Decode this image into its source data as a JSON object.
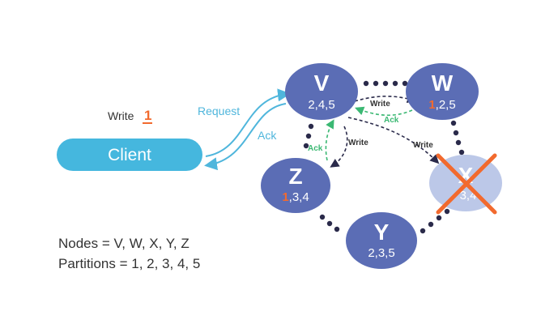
{
  "client": {
    "label": "Client",
    "write_prefix": "Write ",
    "write_value": "1"
  },
  "arrows": {
    "request": "Request",
    "ack": "Ack",
    "write_vw": "Write",
    "ack_wv": "Ack",
    "write_vz": "Write",
    "ack_zv": "Ack",
    "write_vx": "Write"
  },
  "nodes": {
    "V": {
      "letter": "V",
      "partitions": "2,4,5"
    },
    "W": {
      "letter": "W",
      "hi": "1",
      "rest": ",2,5"
    },
    "X": {
      "letter": "X",
      "partitions": "3,4",
      "status": "failed"
    },
    "Y": {
      "letter": "Y",
      "partitions": "2,3,5"
    },
    "Z": {
      "letter": "Z",
      "hi": "1",
      "rest": ",3,4"
    }
  },
  "info": {
    "nodes_line": "Nodes = V, W, X, Y, Z",
    "partitions_line": "Partitions = 1, 2, 3, 4, 5"
  },
  "colors": {
    "node": "#5b6db5",
    "node_failed": "#bcc8e8",
    "client": "#45b7de",
    "highlight": "#f26a2e",
    "ack_arrow": "#3bb873",
    "request_arrow": "#4fb6dc",
    "dots": "#2a2a4a"
  }
}
